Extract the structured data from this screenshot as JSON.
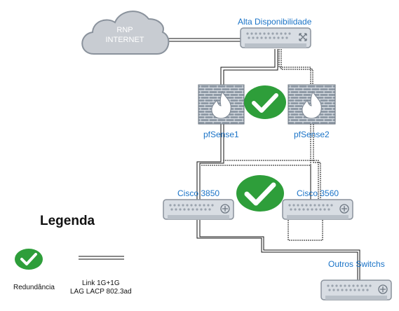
{
  "cloud": {
    "line1": "RNP",
    "line2": "INTERNET"
  },
  "devices": {
    "ha_switch": "Alta Disponibilidade",
    "fw1": "pfSense1",
    "fw2": "pfSense2",
    "core1": "Cisco 3850",
    "core2": "Cisco 3560",
    "access": "Outros Switchs"
  },
  "legend": {
    "title": "Legenda",
    "redundancy": "Redundância",
    "link_line1": "Link 1G+1G",
    "link_line2": "LAG LACP 802.3ad"
  },
  "colors": {
    "label": "#1a73c7",
    "check": "#2e9e3a",
    "cloud": "#c8ccd2",
    "switch": "#d8dde3"
  }
}
